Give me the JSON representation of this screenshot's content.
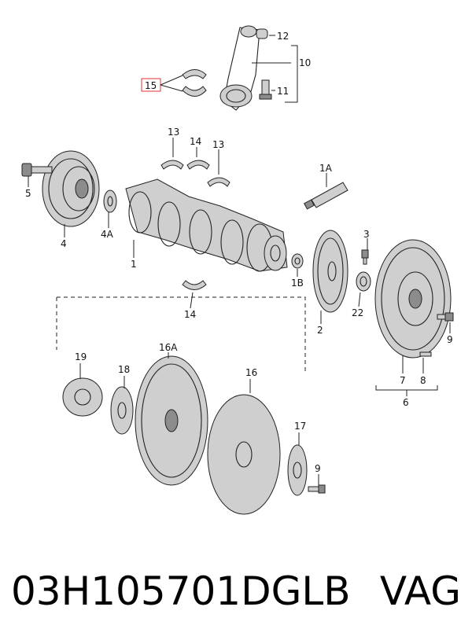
{
  "diagram": {
    "labels": {
      "l1": "1",
      "l1A": "1A",
      "l1B": "1B",
      "l2": "2",
      "l3": "3",
      "l4": "4",
      "l4A": "4A",
      "l5": "5",
      "l6": "6",
      "l7": "7",
      "l8": "8",
      "l9a": "9",
      "l9b": "9",
      "l10": "10",
      "l11": "11",
      "l12": "12",
      "l13a": "13",
      "l13b": "13",
      "l14a": "14",
      "l14b": "14",
      "l15": "15",
      "l16": "16",
      "l16A": "16A",
      "l17": "17",
      "l18": "18",
      "l19": "19",
      "l22": "22"
    },
    "highlight_color": "#e0303a"
  },
  "caption": {
    "part_number": "03H105701DGLB",
    "brand": "VAG"
  }
}
